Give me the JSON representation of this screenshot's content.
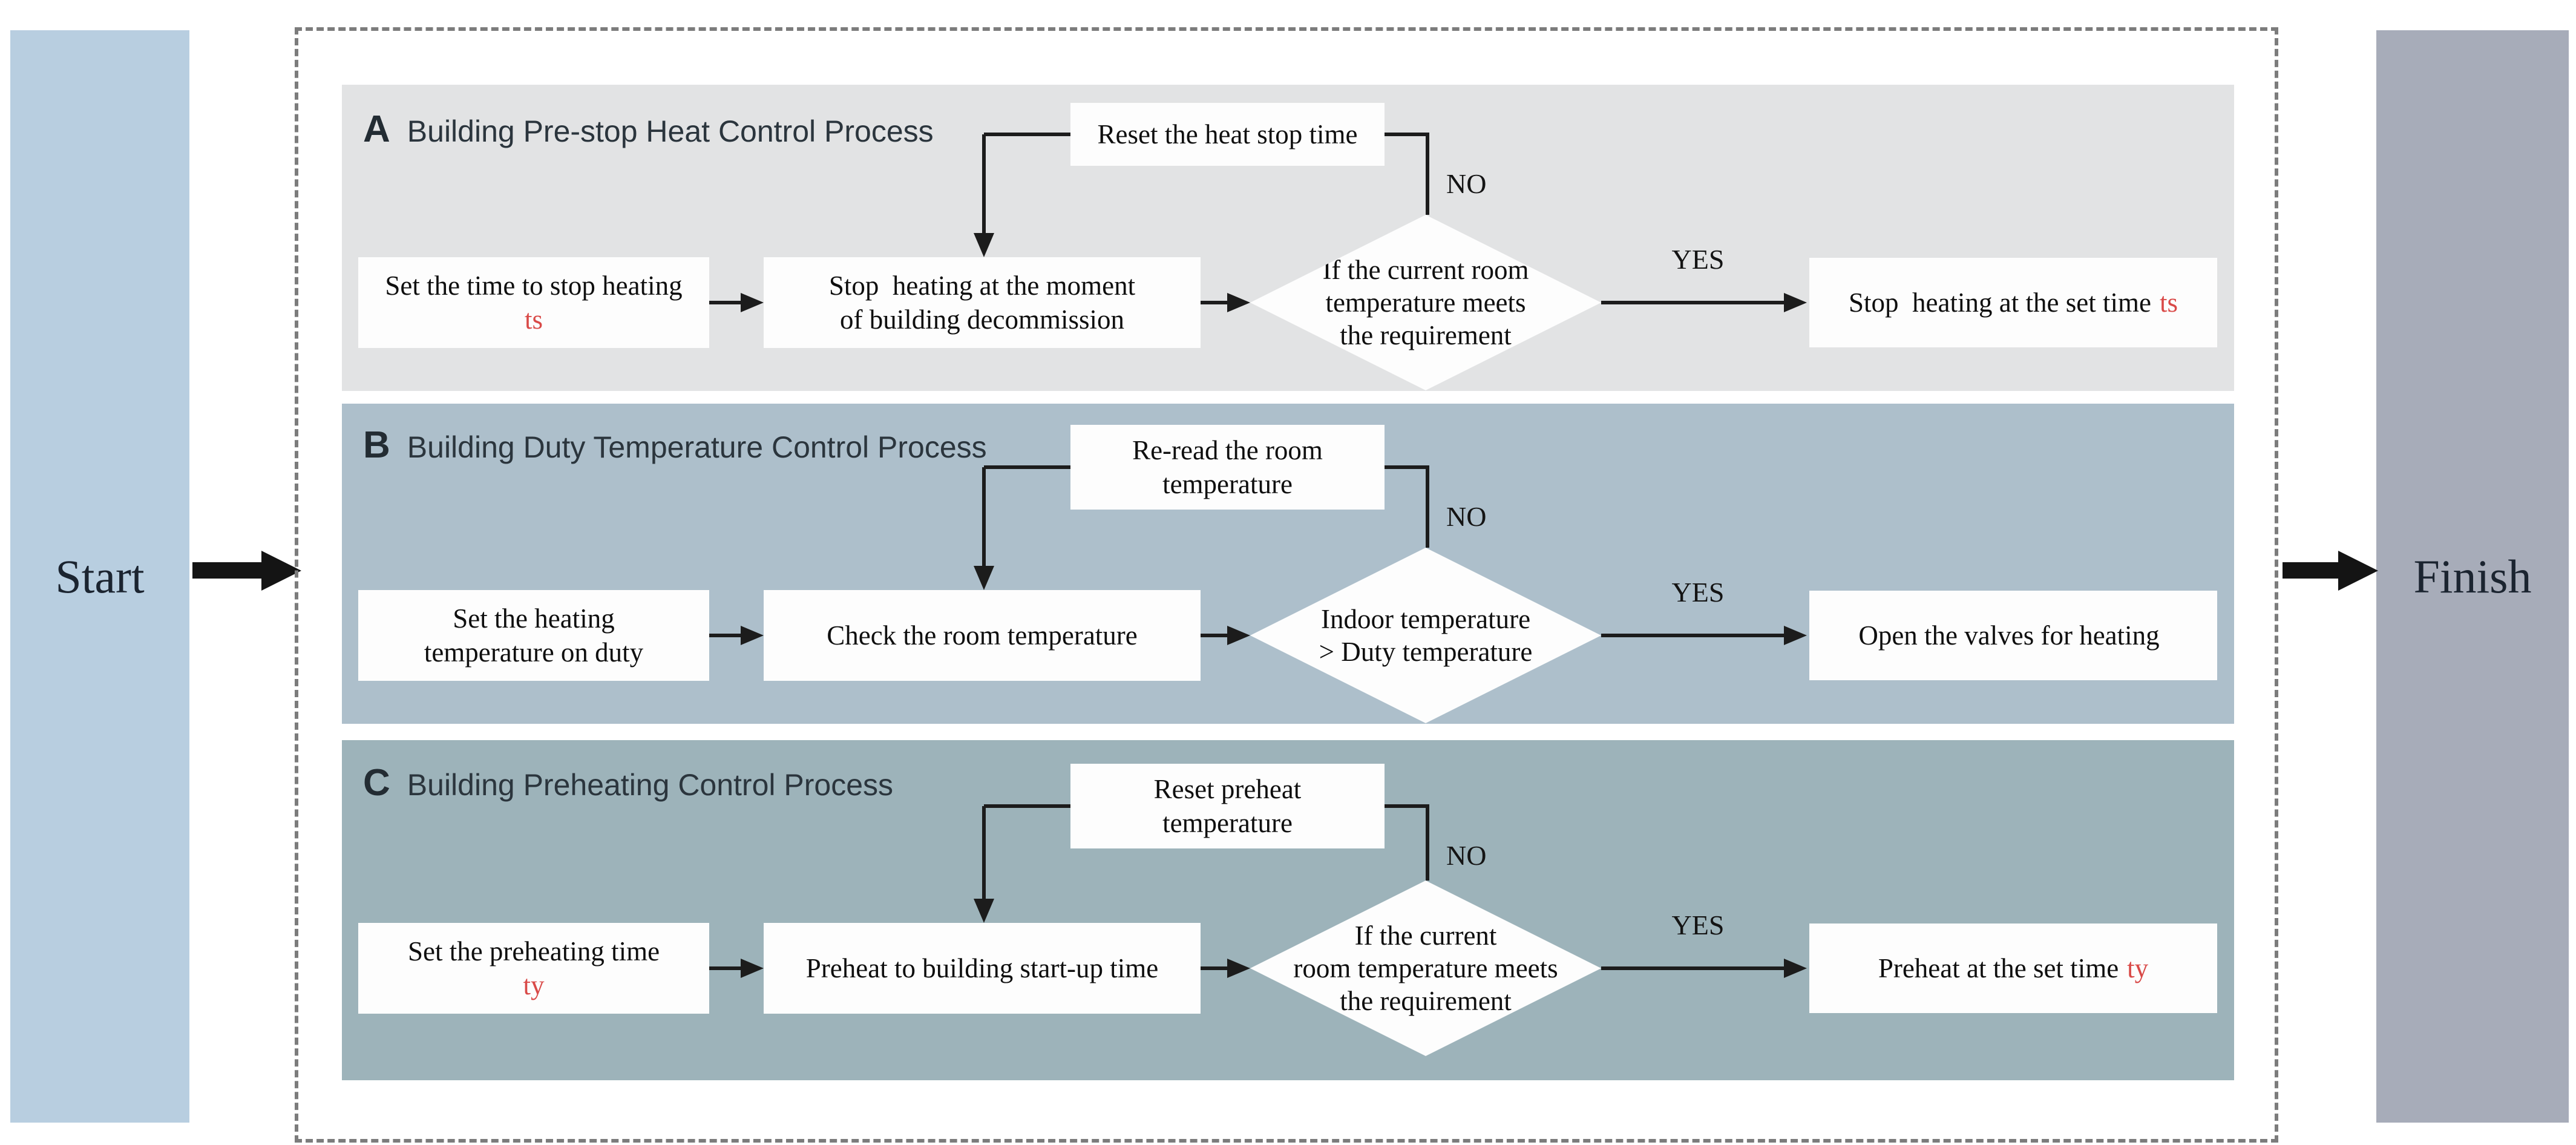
{
  "start": {
    "label": "Start"
  },
  "finish": {
    "label": "Finish"
  },
  "colors": {
    "start_bg": "#b8cee0",
    "finish_bg": "#a7acb9",
    "panel_a_bg": "#e2e3e4",
    "panel_b_bg": "#adbfcb",
    "panel_c_bg": "#9db3ba",
    "accent_red": "#d94a48",
    "line": "#1c1c1c",
    "dash_border": "#7c7c7c"
  },
  "panels": [
    {
      "letter": "A",
      "title": "Building Pre-stop Heat Control Process",
      "set_box": {
        "line1": "Set the time to stop heating",
        "var": "ts"
      },
      "process_box": {
        "line1": "Stop  heating at the moment",
        "line2": "of building decommission"
      },
      "reset_box": {
        "line1": "Reset the heat stop time"
      },
      "decision": {
        "line1": "If the current room",
        "line2": "temperature meets",
        "line3": "the requirement"
      },
      "yes_label": "YES",
      "no_label": "NO",
      "result_box": {
        "text": "Stop  heating at the set time",
        "var": "ts"
      }
    },
    {
      "letter": "B",
      "title": "Building Duty Temperature Control Process",
      "set_box": {
        "line1": "Set the heating",
        "line2": "temperature on duty"
      },
      "process_box": {
        "line1": "Check the room temperature"
      },
      "reset_box": {
        "line1": "Re-read the room",
        "line2": "temperature"
      },
      "decision": {
        "line1": "Indoor temperature",
        "line2": "> Duty temperature"
      },
      "yes_label": "YES",
      "no_label": "NO",
      "result_box": {
        "text": "Open the valves for heating"
      }
    },
    {
      "letter": "C",
      "title": "Building Preheating Control Process",
      "set_box": {
        "line1": "Set the preheating time",
        "var": "ty"
      },
      "process_box": {
        "line1": "Preheat to building start-up time"
      },
      "reset_box": {
        "line1": "Reset preheat",
        "line2": "temperature"
      },
      "decision": {
        "line1": "If the current",
        "line2": "room temperature meets",
        "line3": "the requirement"
      },
      "yes_label": "YES",
      "no_label": "NO",
      "result_box": {
        "text": "Preheat at the set time",
        "var": "ty"
      }
    }
  ]
}
